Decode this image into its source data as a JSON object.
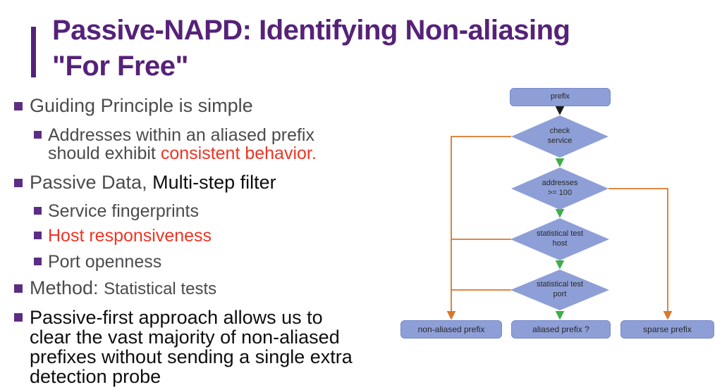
{
  "slide": {
    "title": "Passive-NAPD: Identifying Non-aliasing\n\"For Free\""
  },
  "bullets": [
    {
      "level": 1,
      "text": "Guiding Principle is simple"
    },
    {
      "level": 2,
      "text_pre": "Addresses within an aliased prefix\nshould exhibit ",
      "text_red": "consistent behavior."
    },
    {
      "level": 1,
      "text_pre": "Passive Data, ",
      "text_bold": "Multi-step filter"
    },
    {
      "level": 2,
      "text": "Service fingerprints"
    },
    {
      "level": 2,
      "text": "Host responsiveness"
    },
    {
      "level": 2,
      "text": "Port openness"
    },
    {
      "level": 1,
      "text_pre": "Method: ",
      "text_small": "Statistical tests"
    },
    {
      "level": 1,
      "text": "Passive-first approach allows us to\nclear the vast majority of non-aliased\nprefixes without sending a single extra\ndetection probe"
    }
  ],
  "flowchart": {
    "nodes": {
      "prefix": "prefix",
      "check_service": "check\nservice",
      "addresses": "addresses\n>= 100",
      "stat_host": "statistical test\nhost",
      "stat_port": "statistical test\nport",
      "non_aliased": "non-aliased prefix",
      "aliased": "aliased prefix ?",
      "sparse": "sparse prefix"
    }
  },
  "colors": {
    "title_purple": "#552278",
    "bullet_purple": "#5c2d83",
    "body_gray": "#4b4b4d",
    "body_black": "#0e0e0e",
    "red": "#ee3424",
    "node_fill": "#8e9fd7",
    "node_border": "#7487c9",
    "orange": "#d9772c",
    "green": "#3fae49",
    "black_arrow": "#1a1a1a"
  }
}
